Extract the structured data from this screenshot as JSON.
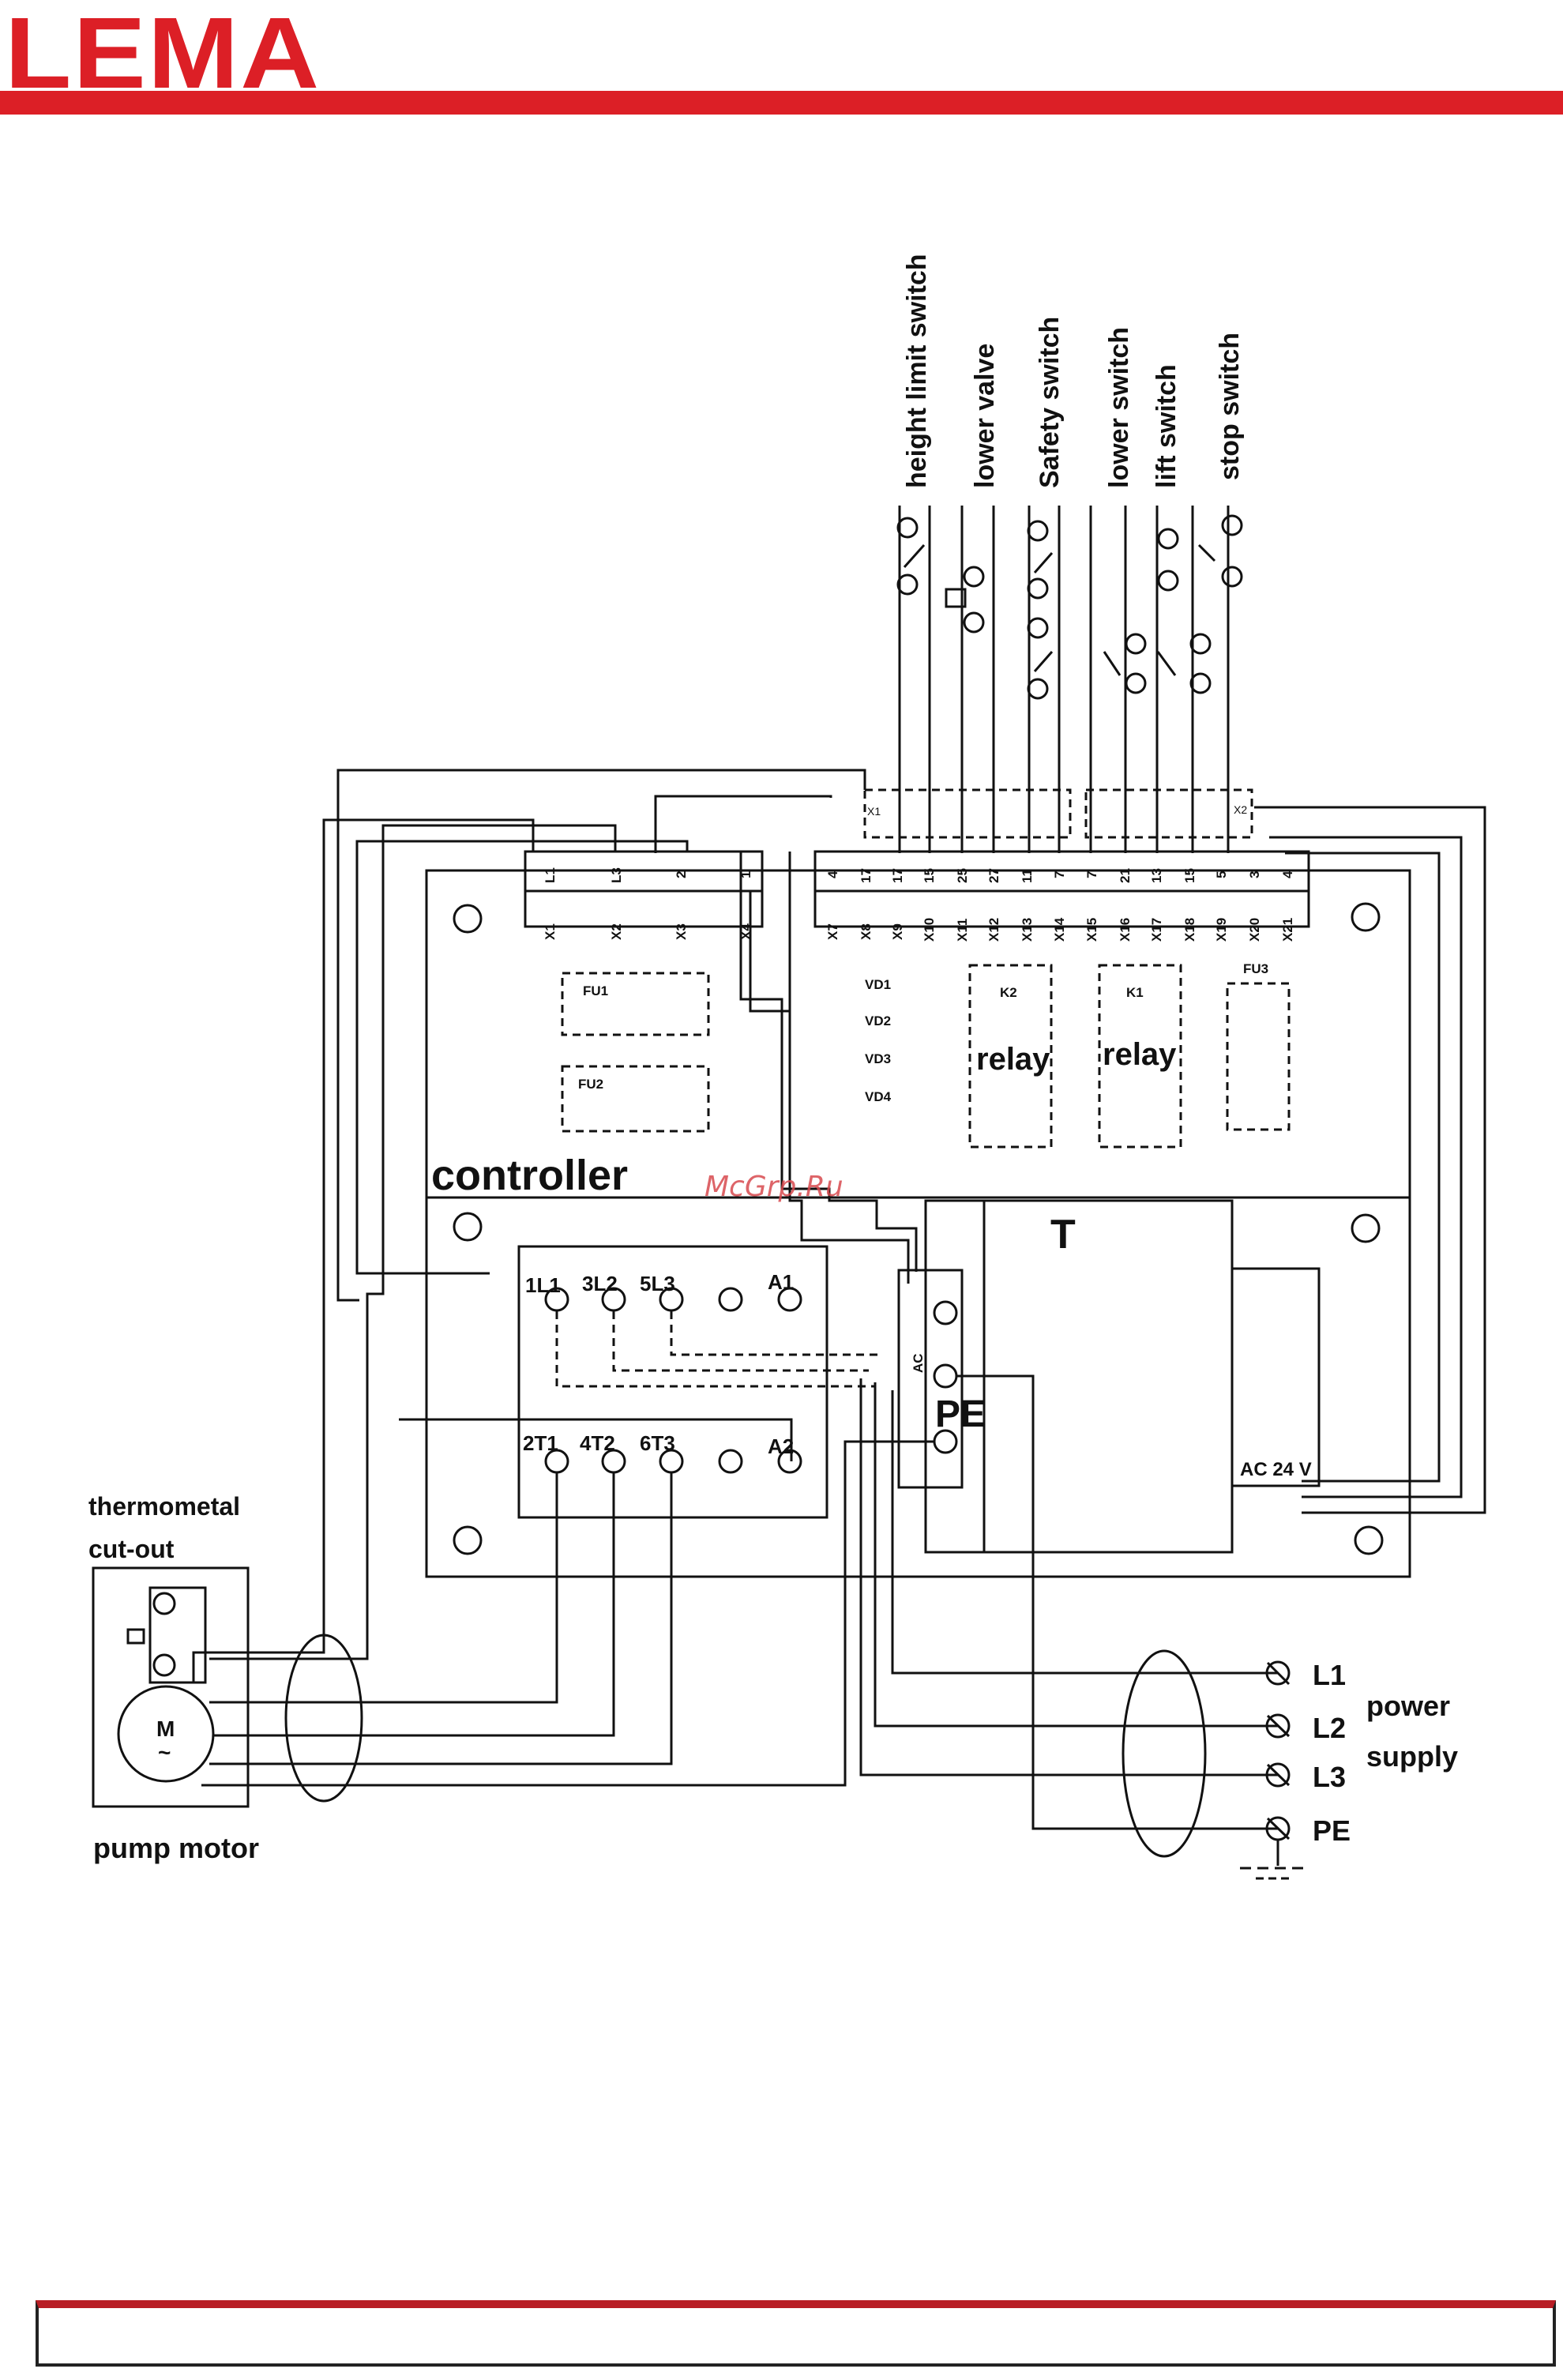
{
  "brand": {
    "logo": "LEMA",
    "color": "#dc1f26"
  },
  "watermark": "McGrp.Ru",
  "diagram": {
    "switches": {
      "height_limit": "height limit switch",
      "lower_valve": "lower valve",
      "safety": "Safety switch",
      "lower": "lower switch",
      "lift": "lift switch",
      "stop": "stop switch"
    },
    "controller": {
      "label": "controller",
      "top_terminals": [
        "L1",
        "L3",
        "2",
        "1",
        "4",
        "17",
        "17",
        "15",
        "25",
        "27",
        "11",
        "7",
        "7",
        "21",
        "13",
        "15",
        "5",
        "3",
        "4"
      ],
      "x_terminals": [
        "X1",
        "X2",
        "X3",
        "X4",
        "X7",
        "X8",
        "X9",
        "X10",
        "X11",
        "X12",
        "X13",
        "X14",
        "X15",
        "X16",
        "X17",
        "X18",
        "X19",
        "X20",
        "X21"
      ],
      "fuses": [
        "FU1",
        "FU2",
        "FU3"
      ],
      "diodes": [
        "VD1",
        "VD2",
        "VD3",
        "VD4"
      ],
      "relays": [
        {
          "id": "K2",
          "label": "relay"
        },
        {
          "id": "K1",
          "label": "relay"
        }
      ],
      "plug_left": "X1",
      "plug_right": "X2"
    },
    "contactor": {
      "top": [
        "1L1",
        "3L2",
        "5L3",
        "A1"
      ],
      "bottom": [
        "2T1",
        "4T2",
        "6T3",
        "A2"
      ]
    },
    "transformer": {
      "label": "T",
      "ac": "AC",
      "pe": "PE",
      "output": "AC 24 V"
    },
    "motor": {
      "thermo": [
        "thermometal",
        "cut-out"
      ],
      "symbol": "M",
      "tilde": "~",
      "label": "pump motor"
    },
    "power_supply": {
      "terminals": [
        "L1",
        "L2",
        "L3",
        "PE"
      ],
      "label": [
        "power",
        "supply"
      ]
    }
  }
}
